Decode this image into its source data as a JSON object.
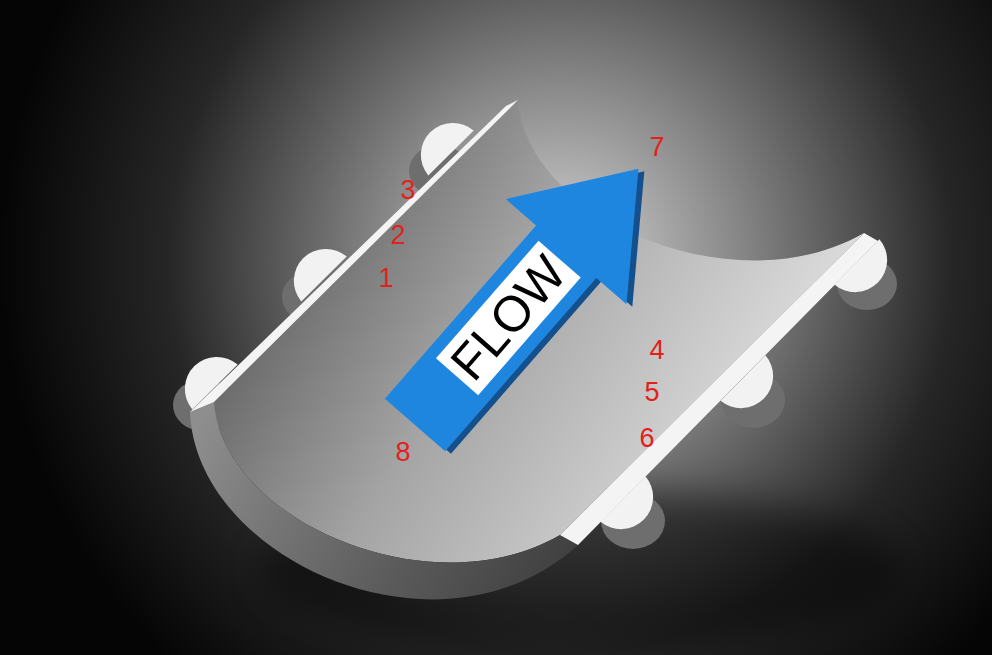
{
  "diagram": {
    "nodes": [
      {
        "text": [
          "FLOW"
        ]
      }
    ],
    "labels": [
      "7",
      "3",
      "2",
      "1",
      "4",
      "5",
      "6",
      "8"
    ]
  }
}
